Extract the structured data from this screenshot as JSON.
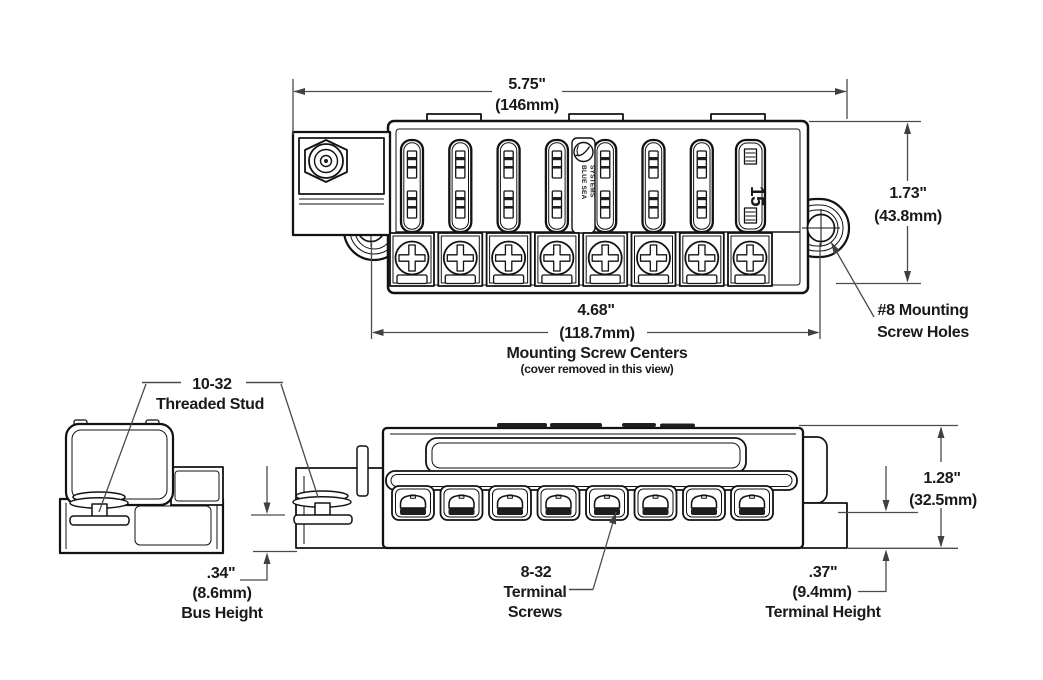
{
  "diagram": {
    "product": "8-position blade fuse block with cover - dimensional drawing",
    "colors": {
      "background": "#ffffff",
      "object_line": "#121212",
      "dimension_line": "#4a4b4d",
      "text": "#1a1a1a"
    },
    "top_view": {
      "fuse_positions": 8,
      "terminal_screws": 8,
      "mounting_holes": 2,
      "brand_line1": "BLUE SEA",
      "brand_line2": "SYSTEMS",
      "fuse_label": "15"
    },
    "dimensions": {
      "overall_width_in": "5.75\"",
      "overall_width_mm": "(146mm)",
      "overall_height_in": "1.73\"",
      "overall_height_mm": "(43.8mm)",
      "mount_centers_in": "4.68\"",
      "mount_centers_mm": "(118.7mm)",
      "mount_centers_label": "Mounting Screw Centers",
      "mount_centers_note": "(cover removed in this view)",
      "body_height_in": "1.28\"",
      "body_height_mm": "(32.5mm)",
      "bus_height_in": ".34\"",
      "bus_height_mm": "(8.6mm)",
      "bus_height_label": "Bus Height",
      "terminal_height_in": ".37\"",
      "terminal_height_mm": "(9.4mm)",
      "terminal_height_label": "Terminal Height"
    },
    "callouts": {
      "mounting_holes_line1": "#8 Mounting",
      "mounting_holes_line2": "Screw Holes",
      "stud_line1": "10-32",
      "stud_line2": "Threaded Stud",
      "terminal_screws_line1": "8-32",
      "terminal_screws_line2": "Terminal",
      "terminal_screws_line3": "Screws"
    }
  }
}
